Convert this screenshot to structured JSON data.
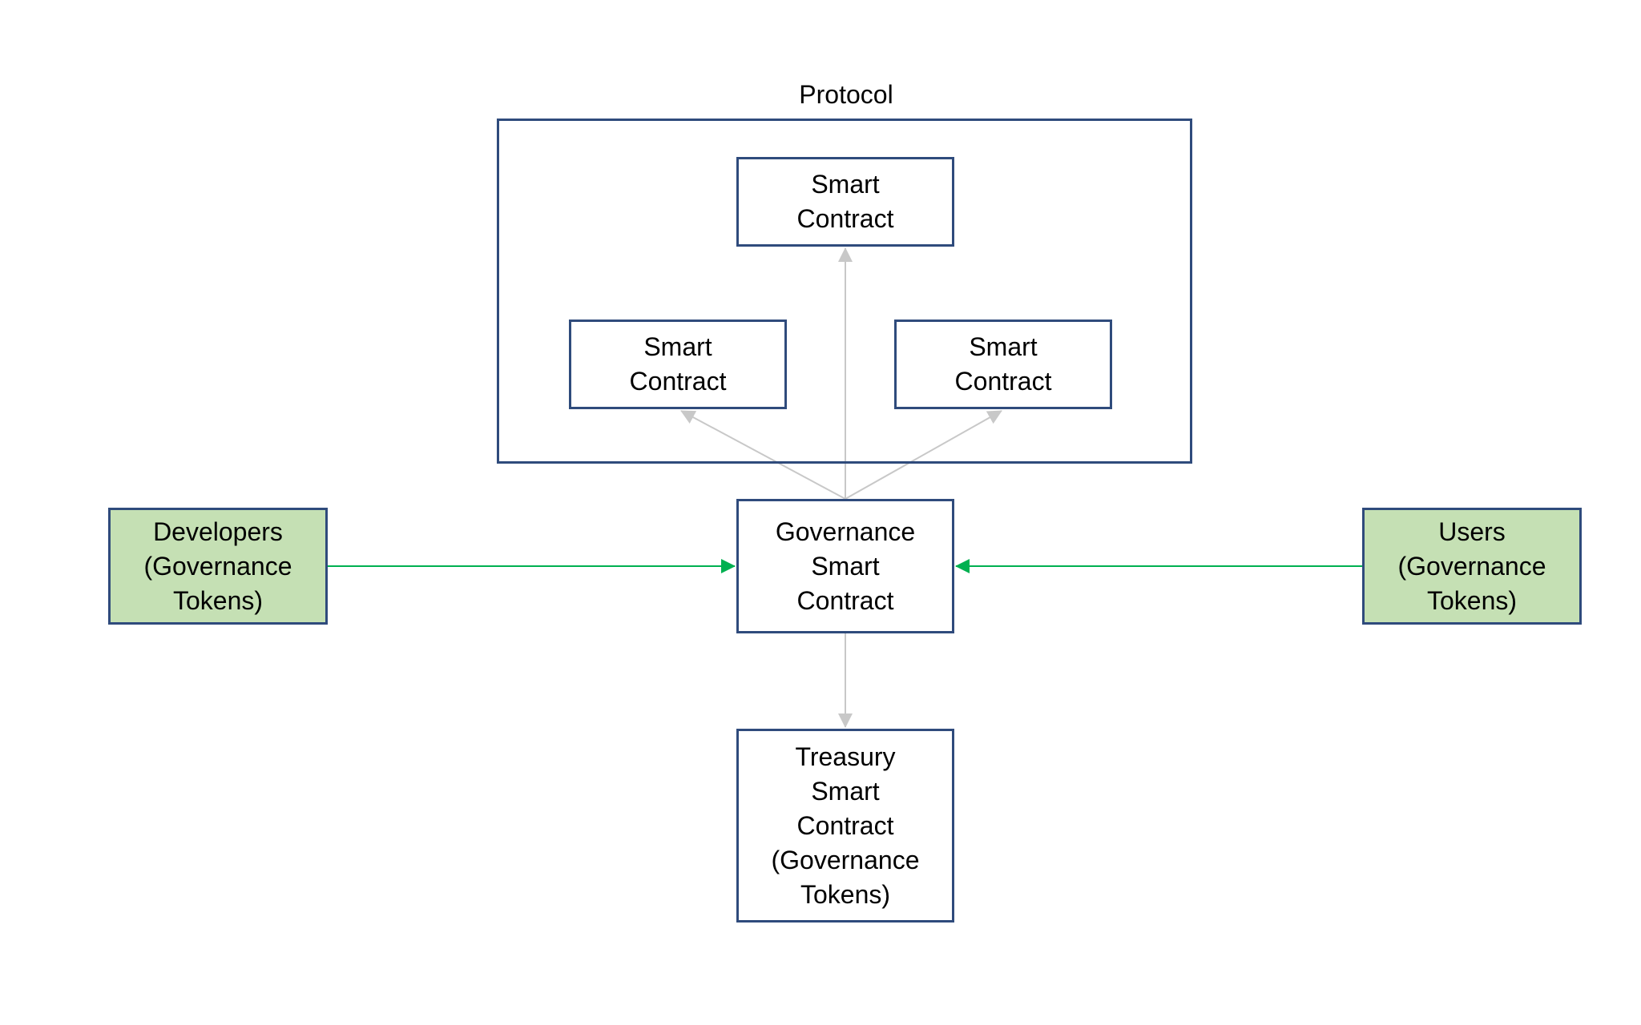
{
  "protocol": {
    "title": "Protocol"
  },
  "nodes": {
    "smart_contract_top": [
      "Smart",
      "Contract"
    ],
    "smart_contract_left": [
      "Smart",
      "Contract"
    ],
    "smart_contract_right": [
      "Smart",
      "Contract"
    ],
    "governance": [
      "Governance",
      "Smart",
      "Contract"
    ],
    "treasury": [
      "Treasury",
      "Smart",
      "Contract",
      "(Governance",
      "Tokens)"
    ],
    "developers": [
      "Developers",
      "(Governance",
      "Tokens)"
    ],
    "users": [
      "Users",
      "(Governance",
      "Tokens)"
    ]
  },
  "colors": {
    "box_border": "#2f4b7c",
    "stakeholder_fill": "#c5e0b4",
    "grey_arrow": "#c8c8c8",
    "green_arrow": "#00b050"
  }
}
